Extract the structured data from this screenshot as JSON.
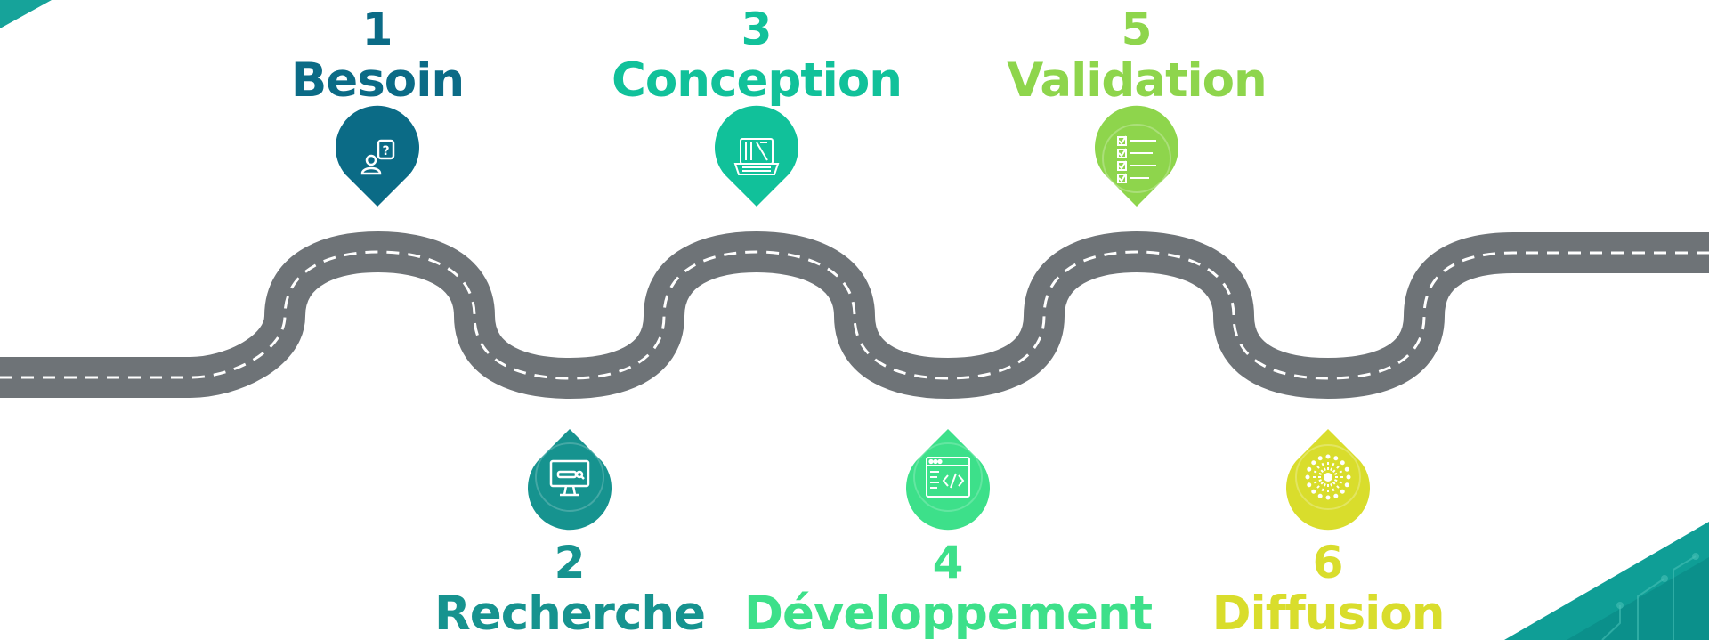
{
  "colors": {
    "road": "#6e7377",
    "road_dash": "#ffffff",
    "corner_teal": "#0e9a93",
    "corner_light": "#1fc4a4"
  },
  "steps": [
    {
      "number": "1",
      "label": "Besoin",
      "color": "#0b6b86",
      "icon": "person-question-icon"
    },
    {
      "number": "2",
      "label": "Recherche",
      "color": "#16938f",
      "icon": "monitor-search-icon"
    },
    {
      "number": "3",
      "label": "Conception",
      "color": "#11c19a",
      "icon": "laptop-blueprint-icon"
    },
    {
      "number": "4",
      "label": "Développement",
      "color": "#3de08a",
      "icon": "code-window-icon"
    },
    {
      "number": "5",
      "label": "Validation",
      "color": "#8ed54c",
      "icon": "checklist-icon"
    },
    {
      "number": "6",
      "label": "Diffusion",
      "color": "#d9dd2c",
      "icon": "burst-icon"
    }
  ]
}
